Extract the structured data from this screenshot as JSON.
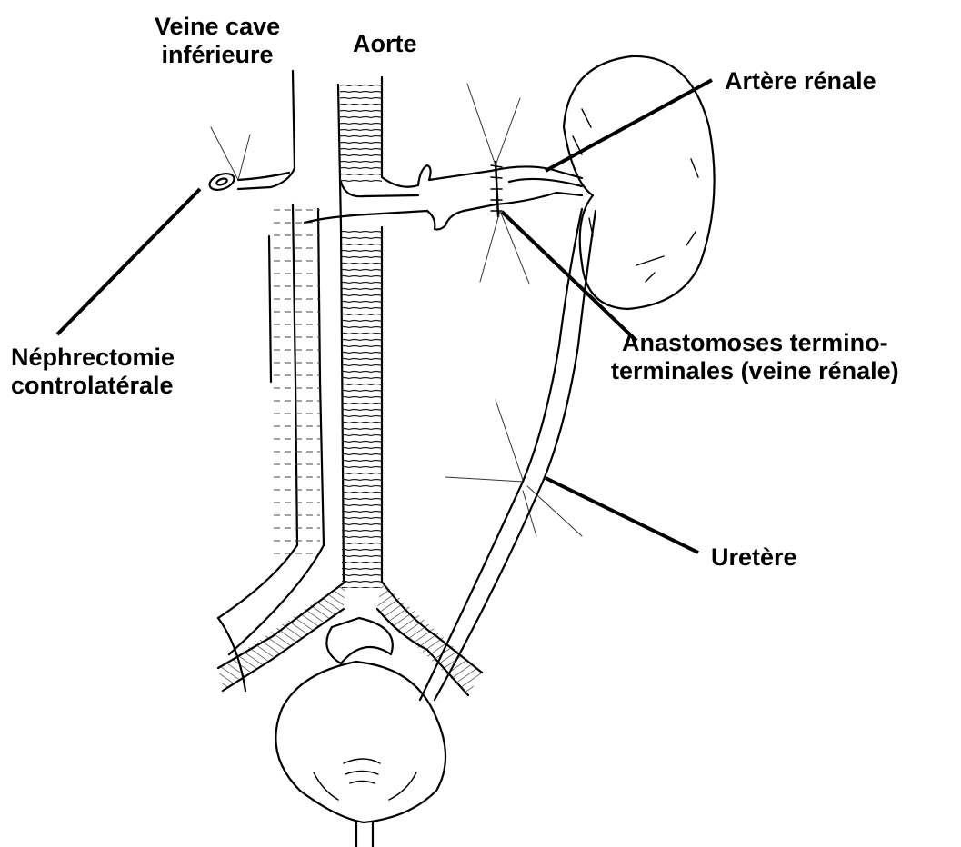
{
  "diagram": {
    "labels": {
      "veine_cave": [
        "Veine cave",
        "inférieure"
      ],
      "aorte": "Aorte",
      "artere_renale": "Artère rénale",
      "nephrectomie": [
        "Néphrectomie",
        "controlatérale"
      ],
      "anastomoses": [
        "Anastomoses termino-",
        "terminales (veine rénale)"
      ],
      "uretere": "Uretère"
    }
  }
}
